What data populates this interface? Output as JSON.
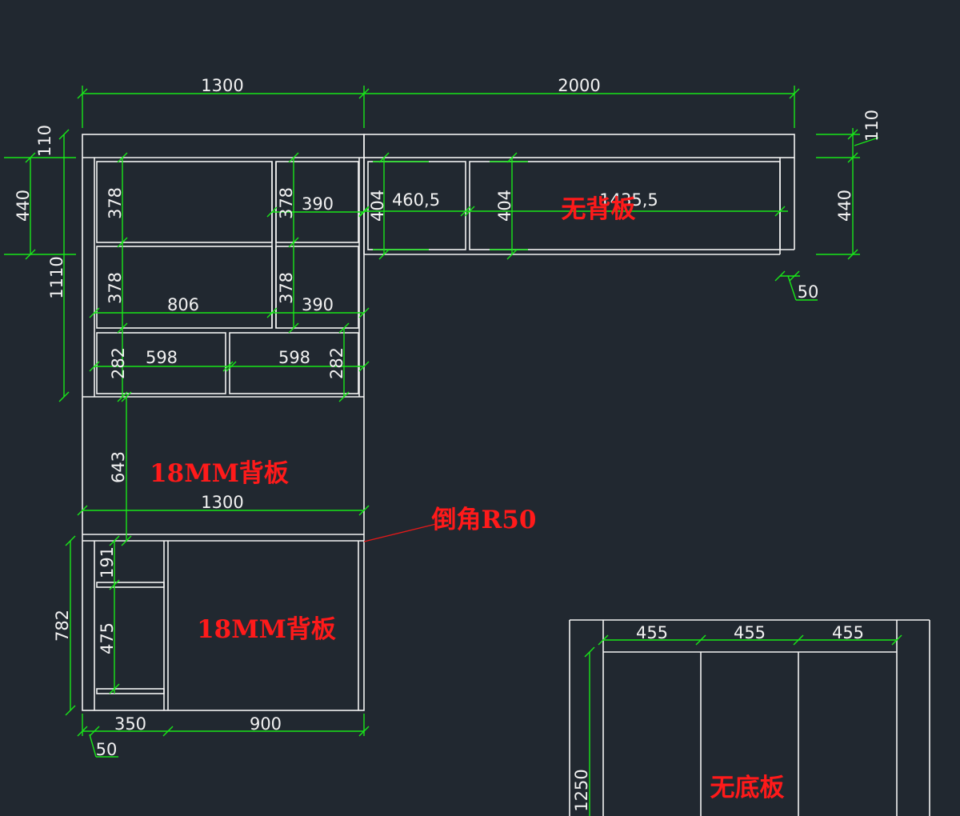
{
  "dimensions": {
    "top_overall_left": "1300",
    "top_overall_right": "2000",
    "left_top_110": "110",
    "left_440": "440",
    "left_1110": "1110",
    "cell_378_a": "378",
    "cell_378_b": "378",
    "cell_378_c": "378",
    "cell_378_d": "378",
    "width_390_a": "390",
    "width_390_b": "390",
    "width_806": "806",
    "width_598_a": "598",
    "width_598_b": "598",
    "height_282_a": "282",
    "height_282_b": "282",
    "height_643": "643",
    "desk_width_1300": "1300",
    "height_404_a": "404",
    "height_404_b": "404",
    "width_460_5": "460,5",
    "width_1435_5": "1435,5",
    "right_110": "110",
    "right_440": "440",
    "right_50": "50",
    "lower_782": "782",
    "lower_191": "191",
    "lower_475": "475",
    "lower_350": "350",
    "lower_900": "900",
    "lower_50": "50",
    "wardrobe_455_a": "455",
    "wardrobe_455_b": "455",
    "wardrobe_455_c": "455",
    "wardrobe_1250": "1250"
  },
  "notes": {
    "no_back_panel": "无背板",
    "back_panel_upper": "18MM背板",
    "back_panel_lower": "18MM背板",
    "chamfer": "倒角R50",
    "no_bottom_panel": "无底板"
  },
  "colors": {
    "background": "#212830",
    "panel_lines": "#f2f2f2",
    "dimension_lines": "#19e619",
    "annotation_text": "#ff1a1a"
  }
}
